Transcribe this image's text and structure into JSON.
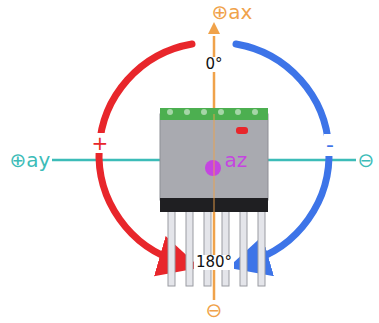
{
  "diagram": {
    "labels": [
      "⊕ax",
      "0°",
      "⊕ay",
      "⊖",
      "+",
      "-",
      "az",
      "180°",
      "⊖"
    ]
  }
}
